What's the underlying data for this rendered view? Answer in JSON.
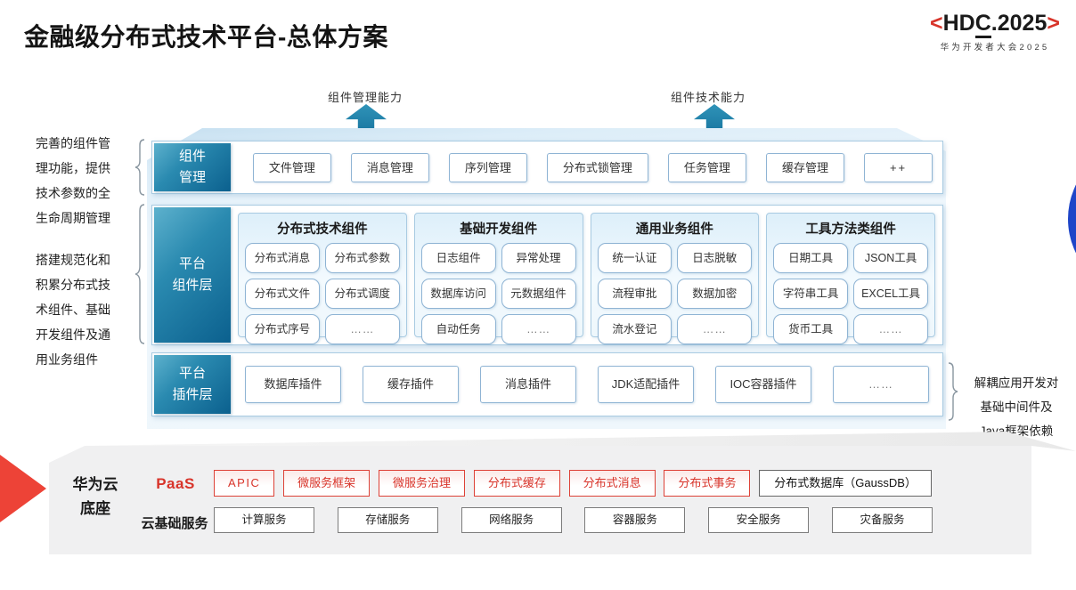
{
  "title": "金融级分布式技术平台-总体方案",
  "logo": {
    "left_bracket": "<",
    "hd": "HD",
    "c": "C",
    "rest": ".2025",
    "right_bracket": ">",
    "subtitle": "华为开发者大会2025"
  },
  "capability_arrows": {
    "left": "组件管理能力",
    "right": "组件技术能力"
  },
  "side_notes": {
    "component_management": "完善的组件管理功能，提供技术参数的全生命周期管理",
    "platform_components": "搭建规范化和积累分布式技术组件、基础开发组件及通用业务组件",
    "plugin_layer": "解耦应用开发对\n基础中间件及\nJava框架依赖"
  },
  "layers": {
    "component_management": {
      "label": "组件\n管理",
      "items": [
        "文件管理",
        "消息管理",
        "序列管理",
        "分布式锁管理",
        "任务管理",
        "缓存管理",
        "++"
      ]
    },
    "platform_components": {
      "label": "平台\n组件层",
      "groups": [
        {
          "header": "分布式技术组件",
          "items": [
            "分布式消息",
            "分布式参数",
            "分布式文件",
            "分布式调度",
            "分布式序号",
            "……"
          ]
        },
        {
          "header": "基础开发组件",
          "items": [
            "日志组件",
            "异常处理",
            "数据库访问",
            "元数据组件",
            "自动任务",
            "……"
          ]
        },
        {
          "header": "通用业务组件",
          "items": [
            "统一认证",
            "日志脱敏",
            "流程审批",
            "数据加密",
            "流水登记",
            "……"
          ]
        },
        {
          "header": "工具方法类组件",
          "items": [
            "日期工具",
            "JSON工具",
            "字符串工具",
            "EXCEL工具",
            "货币工具",
            "……"
          ]
        }
      ]
    },
    "plugin_layer": {
      "label": "平台\n插件层",
      "items": [
        "数据库插件",
        "缓存插件",
        "消息插件",
        "JDK适配插件",
        "IOC容器插件",
        "……"
      ]
    }
  },
  "foundation": {
    "label": "华为云\n底座",
    "paas": {
      "label": "PaaS",
      "items": [
        {
          "text": "APIC",
          "variant": "red"
        },
        {
          "text": "微服务框架",
          "variant": "red"
        },
        {
          "text": "微服务治理",
          "variant": "red"
        },
        {
          "text": "分布式缓存",
          "variant": "red"
        },
        {
          "text": "分布式消息",
          "variant": "red"
        },
        {
          "text": "分布式事务",
          "variant": "red"
        },
        {
          "text": "分布式数据库（GaussDB）",
          "variant": "dark"
        }
      ]
    },
    "cloud": {
      "label": "云基础服务",
      "items": [
        "计算服务",
        "存储服务",
        "网络服务",
        "容器服务",
        "安全服务",
        "灾备服务"
      ]
    }
  },
  "colors": {
    "brand_red": "#d8342a",
    "teal_label_dark": "#0b608e",
    "teal_arrow": "#15719c",
    "light_blue_border": "#a9cbe2",
    "slab_gray": "#f0f0f1",
    "circle_blue": "#1e45c8"
  }
}
